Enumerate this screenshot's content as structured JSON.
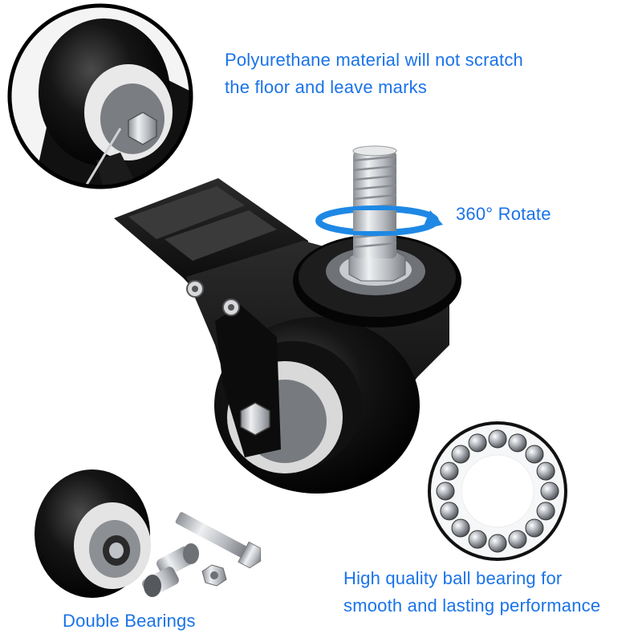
{
  "colors": {
    "caption": "#1a73e8",
    "rubber": "#0d0d0d",
    "metal": "#c9ccd0",
    "rotate_arrow": "#1e88e5"
  },
  "captions": {
    "polyurethane": {
      "line1": "Polyurethane material will not scratch",
      "line2": "the floor and leave marks"
    },
    "rotate": "360° Rotate",
    "ball_bearing": {
      "line1": "High quality ball bearing for",
      "line2": "smooth and lasting performance"
    },
    "double_bearings": "Double Bearings"
  },
  "icons": {
    "rotate": "rotate-360-arrow-icon"
  }
}
